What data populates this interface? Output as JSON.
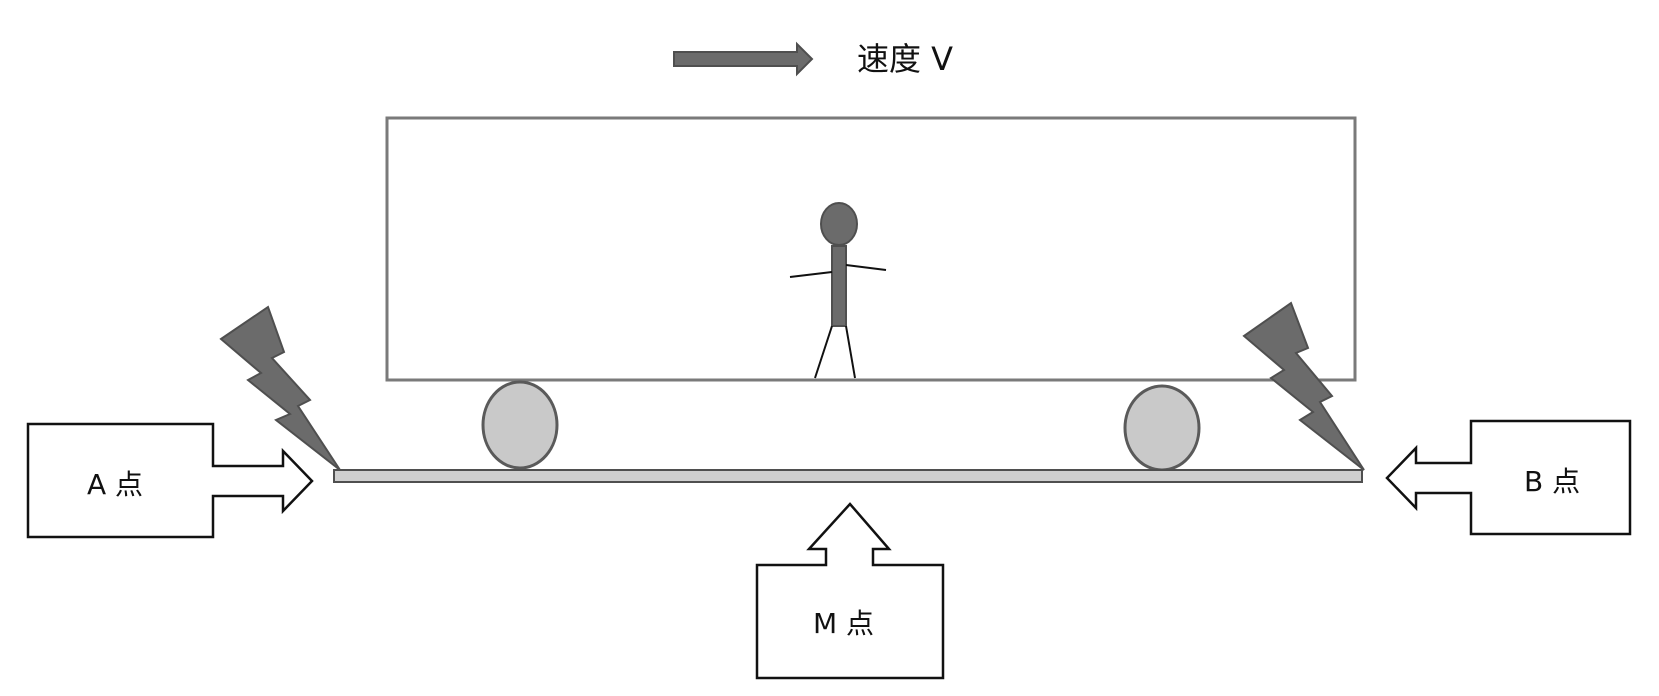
{
  "velocity": {
    "label": "速度 V"
  },
  "points": {
    "a": {
      "label": "A 点"
    },
    "b": {
      "label": "B 点"
    },
    "m": {
      "label": "M 点"
    }
  },
  "colors": {
    "dark_fill": "#6b6b6b",
    "dark_stroke": "#4f4f4f",
    "wheel_fill": "#c9c9c9",
    "track_fill": "#cfcfcf",
    "frame_stroke": "#7a7a7a",
    "box_stroke": "#111111"
  },
  "icons": {
    "velocity": "arrow-right-icon",
    "lightning": "lightning-bolt-icon",
    "person": "stick-figure-icon"
  }
}
